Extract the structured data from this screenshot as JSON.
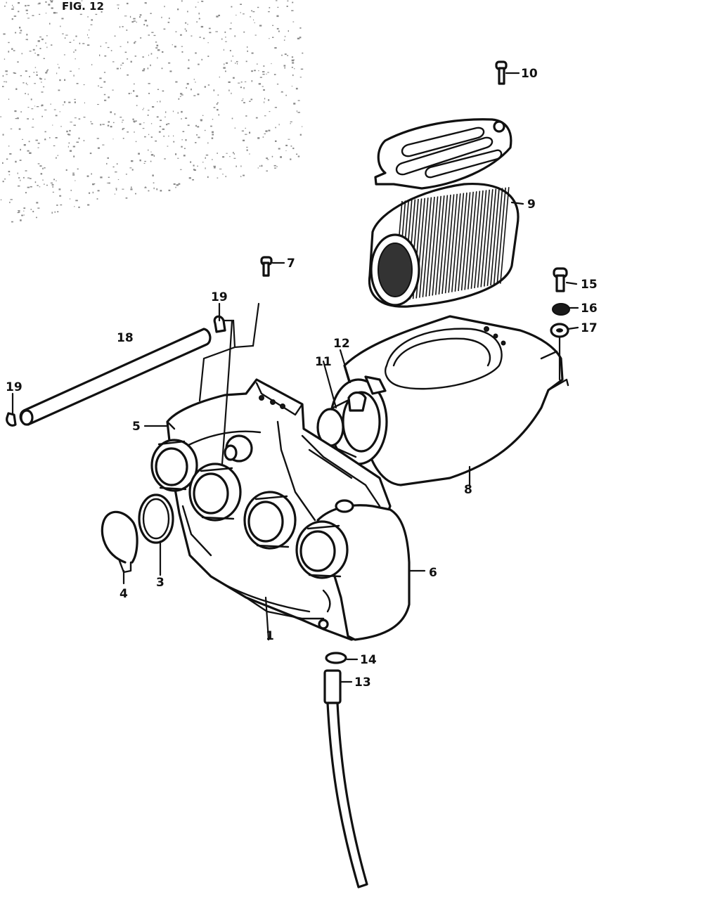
{
  "header": {
    "figure_label": "FIG. 12"
  },
  "parts": [
    {
      "id": "p1",
      "number": "1"
    },
    {
      "id": "p3",
      "number": "3"
    },
    {
      "id": "p4",
      "number": "4"
    },
    {
      "id": "p5",
      "number": "5"
    },
    {
      "id": "p6",
      "number": "6"
    },
    {
      "id": "p7",
      "number": "7"
    },
    {
      "id": "p8",
      "number": "8"
    },
    {
      "id": "p9",
      "number": "9"
    },
    {
      "id": "p10",
      "number": "10"
    },
    {
      "id": "p11",
      "number": "11"
    },
    {
      "id": "p12",
      "number": "12"
    },
    {
      "id": "p13",
      "number": "13"
    },
    {
      "id": "p14",
      "number": "14"
    },
    {
      "id": "p15",
      "number": "15"
    },
    {
      "id": "p16",
      "number": "16"
    },
    {
      "id": "p17",
      "number": "17"
    },
    {
      "id": "p18",
      "number": "18"
    },
    {
      "id": "p19a",
      "number": "19"
    },
    {
      "id": "p19b",
      "number": "19"
    }
  ]
}
